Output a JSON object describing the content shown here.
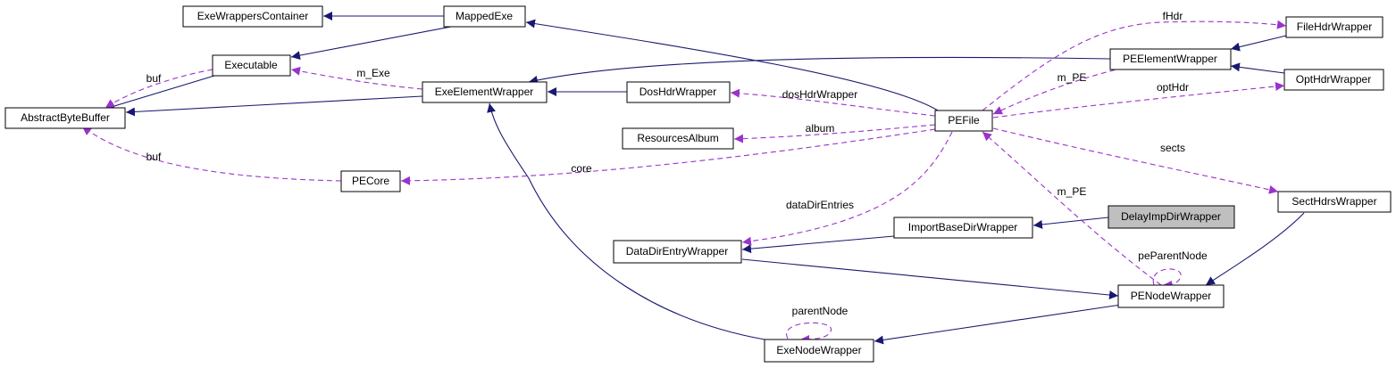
{
  "colors": {
    "inheritance": "#191970",
    "usage": "#9a32cd",
    "highlight_fill": "#bfbfbf"
  },
  "nodes": {
    "exe_wrappers_container": "ExeWrappersContainer",
    "mapped_exe": "MappedExe",
    "executable": "Executable",
    "abstract_byte_buffer": "AbstractByteBuffer",
    "exe_element_wrapper": "ExeElementWrapper",
    "dos_hdr_wrapper": "DosHdrWrapper",
    "resources_album": "ResourcesAlbum",
    "pe_core": "PECore",
    "pe_file": "PEFile",
    "file_hdr_wrapper": "FileHdrWrapper",
    "pe_element_wrapper": "PEElementWrapper",
    "opt_hdr_wrapper": "OptHdrWrapper",
    "sect_hdrs_wrapper": "SectHdrsWrapper",
    "delay_imp_dir_wrapper": "DelayImpDirWrapper",
    "import_base_dir_wrapper": "ImportBaseDirWrapper",
    "data_dir_entry_wrapper": "DataDirEntryWrapper",
    "pe_node_wrapper": "PENodeWrapper",
    "exe_node_wrapper": "ExeNodeWrapper"
  },
  "edge_labels": {
    "buf_executable": "buf",
    "m_exe": "m_Exe",
    "buf_pecore": "buf",
    "core": "core",
    "album": "album",
    "dos_hdr_wrapper": "dosHdrWrapper",
    "m_pe_element": "m_PE",
    "f_hdr": "fHdr",
    "opt_hdr": "optHdr",
    "sects": "sects",
    "data_dir_entries": "dataDirEntries",
    "m_pe_node": "m_PE",
    "pe_parent_node": "peParentNode",
    "parent_node": "parentNode"
  }
}
